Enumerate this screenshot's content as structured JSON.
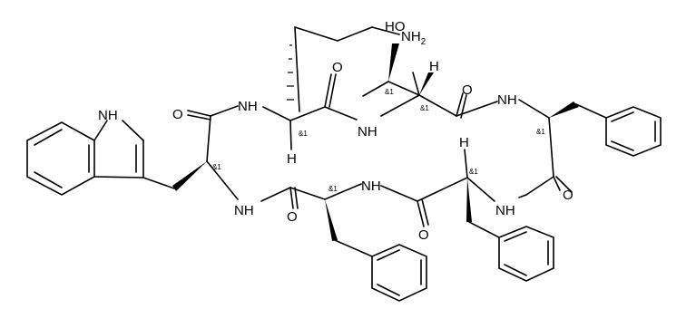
{
  "atoms": {
    "nh2": "NH",
    "nh2_sub": "2",
    "oh": "HO",
    "h_thr": "H",
    "h_lys": "H",
    "h_phe3": "H",
    "o1": "O",
    "o2": "O",
    "o3": "O",
    "o4": "O",
    "o5": "O",
    "o6": "O",
    "nh1": "NH",
    "nh2b": "NH",
    "nh3": "NH",
    "nh4": "NH",
    "nh5": "NH",
    "nh6": "NH",
    "indole_nh": "NH"
  },
  "stereo": {
    "s_lys": "&1",
    "s_thr_cb": "&1",
    "s_thr_ca": "&1",
    "s_phe1": "&1",
    "s_trp": "&1",
    "s_phe2": "&1",
    "s_phe3": "&1"
  }
}
